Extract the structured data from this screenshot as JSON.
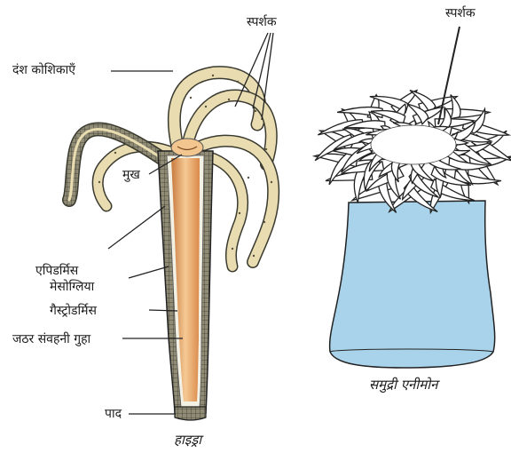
{
  "labels": {
    "sting_cells": "दंश कोशिकाएँ",
    "tentacles_hydra": "स्पर्शक",
    "mouth": "मुख",
    "epidermis": "एपिडर्मिस",
    "mesoglea": "मेसोग्लिया",
    "gastrodermis": "गैस्ट्रोडर्मिस",
    "gastrovascular_cavity": "जठर संवहनी गुहा",
    "foot": "पाद",
    "tentacles_anemone": "स्पर्शक"
  },
  "captions": {
    "hydra": "हाइड्रा",
    "sea_anemone": "समुद्री एनीमोन"
  },
  "colors": {
    "tentacle_fill": "#e8dcb0",
    "body_outer": "#8a8670",
    "body_inner": "#e9b27c",
    "anemone_column": "#a9d3ea",
    "line": "#222222"
  }
}
